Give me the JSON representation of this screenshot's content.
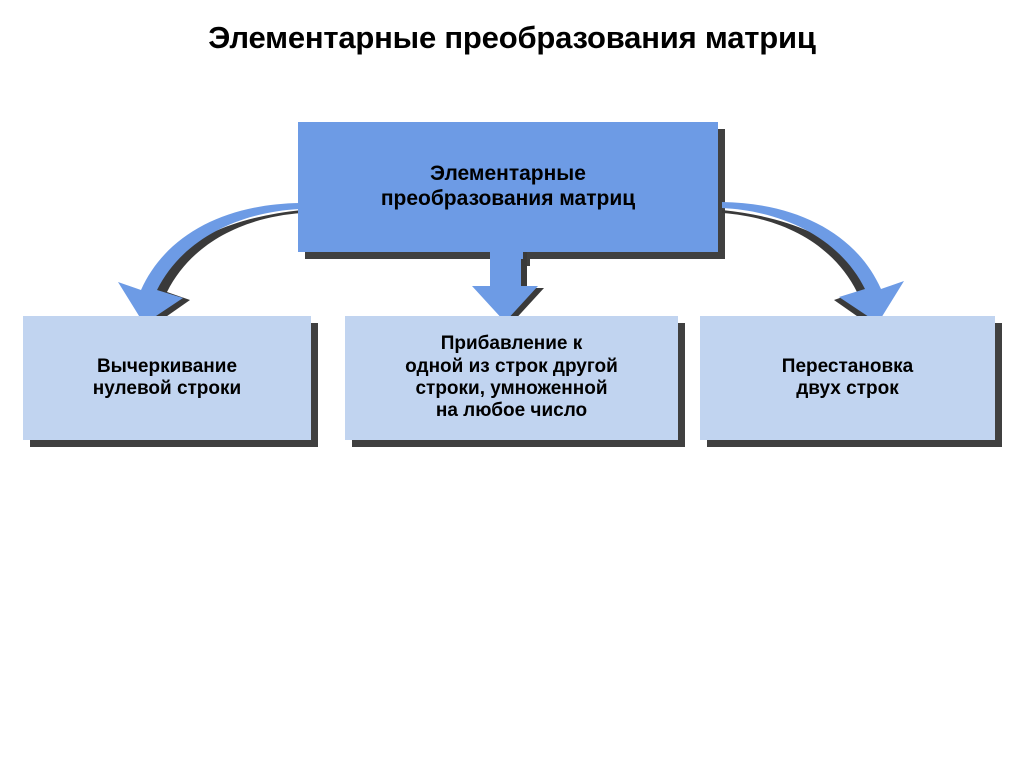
{
  "slide": {
    "title": "Элементарные преобразования матриц",
    "background_color": "#ffffff"
  },
  "diagram": {
    "type": "hierarchy",
    "root": {
      "id": "root",
      "label_lines": [
        "Элементарные",
        "преобразования матриц"
      ],
      "fill_color": "#6d9be5",
      "shadow_color": "#404040"
    },
    "children": [
      {
        "id": "leaf1",
        "label_lines": [
          "Вычеркивание",
          "нулевой строки"
        ],
        "fill_color": "#c1d4f0",
        "shadow_color": "#404040",
        "connector": "curved-arrow-left"
      },
      {
        "id": "leaf2",
        "label_lines": [
          "Прибавление к",
          "одной из строк другой",
          "строки, умноженной",
          "на любое число"
        ],
        "fill_color": "#c1d4f0",
        "shadow_color": "#404040",
        "connector": "straight-arrow-down"
      },
      {
        "id": "leaf3",
        "label_lines": [
          "Перестановка",
          "двух строк"
        ],
        "fill_color": "#c1d4f0",
        "shadow_color": "#404040",
        "connector": "curved-arrow-right"
      }
    ],
    "arrow_color": "#6d9be5",
    "arrow_shadow_color": "#3a3a3a"
  }
}
